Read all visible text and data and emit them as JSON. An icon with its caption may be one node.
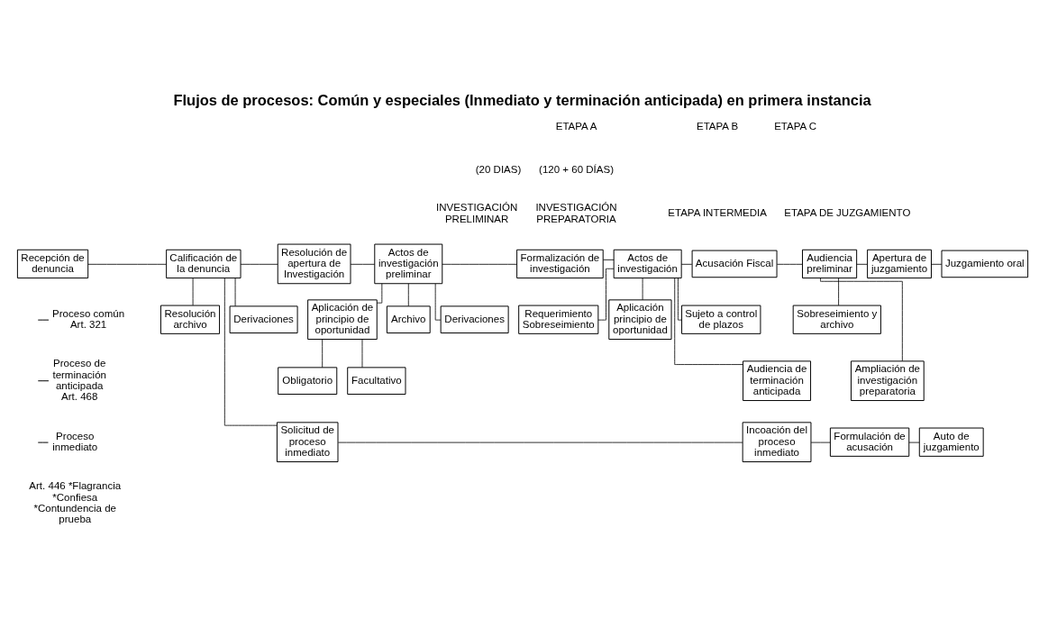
{
  "diagram": {
    "title": "Flujos de procesos: Común y especiales (Inmediato y terminación anticipada) en primera instancia",
    "nodes": [
      {
        "text": [
          "Recepción de denuncia"
        ]
      },
      {
        "text": [
          "Calificación de la denuncia"
        ]
      },
      {
        "text": [
          "Resolución de apertura de Investigación"
        ]
      },
      {
        "text": [
          "Actos de investigación preliminar"
        ]
      },
      {
        "text": [
          "Formalización de investigación"
        ]
      },
      {
        "text": [
          "Actos de investigación"
        ]
      },
      {
        "text": [
          "Acusación Fiscal"
        ]
      },
      {
        "text": [
          "Audiencia preliminar"
        ]
      },
      {
        "text": [
          "Apertura de juzgamiento"
        ]
      },
      {
        "text": [
          "Juzgamiento oral"
        ]
      },
      {
        "text": [
          "Resolución archivo"
        ]
      },
      {
        "text": [
          "Derivaciones"
        ]
      },
      {
        "text": [
          "Archivo"
        ]
      },
      {
        "text": [
          "Derivaciones"
        ]
      },
      {
        "text": [
          "Aplicación de principio de oportunidad"
        ]
      },
      {
        "text": [
          "Facultativo"
        ]
      },
      {
        "text": [
          "Obligatorio"
        ]
      },
      {
        "text": [
          "Requerimiento Sobreseimiento"
        ]
      },
      {
        "text": [
          "Aplicación principio de oportunidad"
        ]
      },
      {
        "text": [
          "Sujeto a control de plazos"
        ]
      },
      {
        "text": [
          "Audiencia de terminación anticipada"
        ]
      },
      {
        "text": [
          "Sobreseimiento y archivo"
        ]
      },
      {
        "text": [
          "Ampliación de investigación preparatoria"
        ]
      },
      {
        "text": [
          "Solicitud de proceso inmediato"
        ]
      },
      {
        "text": [
          "Incoación del proceso inmediato"
        ]
      },
      {
        "text": [
          "Formulación de acusación"
        ]
      },
      {
        "text": [
          "Auto de juzgamiento"
        ]
      }
    ],
    "edges": [
      {
        "from": 0,
        "to": 1,
        "arrow": "none"
      },
      {
        "from": 1,
        "to": 2,
        "arrow": "none"
      },
      {
        "from": 1,
        "to": 10,
        "arrow": "none"
      },
      {
        "from": 1,
        "to": 11,
        "arrow": "none"
      },
      {
        "from": 1,
        "to": 23,
        "arrow": "none"
      },
      {
        "from": 2,
        "to": 3,
        "arrow": "none"
      },
      {
        "from": 3,
        "to": 4,
        "arrow": "none"
      },
      {
        "from": 3,
        "to": 12,
        "arrow": "none"
      },
      {
        "from": 3,
        "to": 13,
        "arrow": "none"
      },
      {
        "from": 3,
        "to": 14,
        "arrow": "none"
      },
      {
        "from": 14,
        "to": 15,
        "arrow": "none"
      },
      {
        "from": 14,
        "to": 16,
        "arrow": "none"
      },
      {
        "from": 4,
        "to": 5,
        "arrow": "none"
      },
      {
        "from": 5,
        "to": 6,
        "arrow": "none"
      },
      {
        "from": 5,
        "to": 17,
        "arrow": "none"
      },
      {
        "from": 5,
        "to": 18,
        "arrow": "none"
      },
      {
        "from": 5,
        "to": 19,
        "arrow": "none"
      },
      {
        "from": 5,
        "to": 20,
        "arrow": "none"
      },
      {
        "from": 6,
        "to": 7,
        "arrow": "none"
      },
      {
        "from": 7,
        "to": 8,
        "arrow": "none"
      },
      {
        "from": 7,
        "to": 21,
        "arrow": "none"
      },
      {
        "from": 7,
        "to": 22,
        "arrow": "none"
      },
      {
        "from": 8,
        "to": 9,
        "arrow": "none"
      },
      {
        "from": 23,
        "to": 24,
        "arrow": "none"
      },
      {
        "from": 24,
        "to": 25,
        "arrow": "none"
      },
      {
        "from": 25,
        "to": 26,
        "arrow": "none"
      }
    ],
    "labels": [
      "ETAPA A",
      "ETAPA B",
      "ETAPA C",
      "(20 DIAS)",
      "INVESTIGACIÓN PRELIMINAR",
      "(120 + 60 DÍAS)",
      "INVESTIGACIÓN PREPARATORIA",
      "ETAPA INTERMEDIA",
      "ETAPA DE JUZGAMIENTO",
      "Art. 446 *Flagrancia *Confiesa *Contundencia de prueba"
    ],
    "legend": [
      {
        "text": "Proceso común Art. 321"
      },
      {
        "text": "Proceso de terminación anticipada Art. 468"
      },
      {
        "text": "Proceso inmediato"
      }
    ]
  }
}
